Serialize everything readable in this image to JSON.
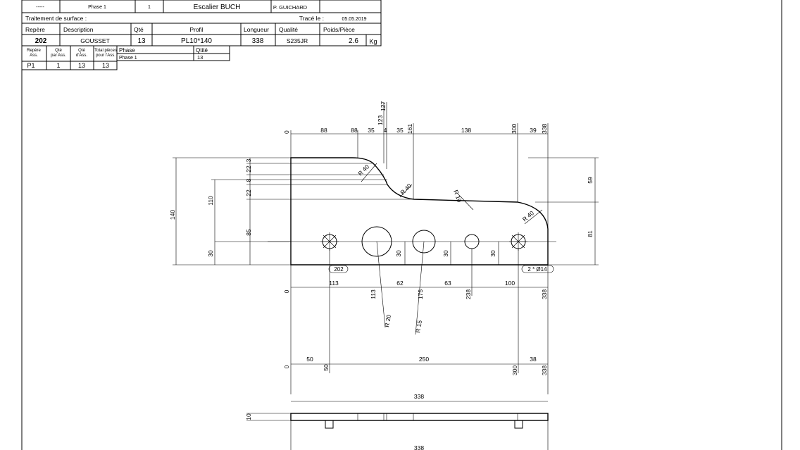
{
  "header": {
    "top_row": {
      "dash": "-----",
      "phase": "Phase 1",
      "number": "1",
      "project": "Escalier BUCH",
      "author": "P. GUICHARD"
    },
    "surface_label": "Traitement de surface :",
    "trace_label": "Tracé le :",
    "trace_date": "05.05.2019",
    "columns": {
      "repere": "Repère",
      "description": "Description",
      "qte": "Qté",
      "profil": "Profil",
      "longueur": "Longueur",
      "qualite": "Qualité",
      "poids": "Poids/Pièce"
    },
    "row": {
      "repere": "202",
      "description": "GOUSSET",
      "qte": "13",
      "profil": "PL10*140",
      "longueur": "338",
      "qualite": "S235JR",
      "poids": "2.6",
      "unit": "Kg"
    }
  },
  "assembly": {
    "h1": "Repère",
    "h1b": "Ass.",
    "h2": "Qté",
    "h2b": "par Ass.",
    "h3": "Qté",
    "h3b": "d'Ass.",
    "h4": "Total pièces",
    "h4b": "pour l'Ass.",
    "row": {
      "rep": "P1",
      "par": "1",
      "dass": "13",
      "total": "13"
    }
  },
  "phase_table": {
    "h_phase": "Phase",
    "h_qty": "Qtité",
    "phase": "Phase 1",
    "qty": "13"
  },
  "drawing": {
    "top_dims": [
      "0",
      "88",
      "88",
      "35",
      "4",
      "35",
      "161",
      "138",
      "300",
      "39",
      "338"
    ],
    "top_vert": [
      "123",
      "127"
    ],
    "left_dims": [
      "140",
      "110",
      "30",
      "85",
      "22",
      "8",
      "22",
      "3"
    ],
    "right_dims": [
      "59",
      "81"
    ],
    "hole_dims": [
      "30",
      "30",
      "30"
    ],
    "bottom_dims": [
      "0",
      "113",
      "62",
      "63",
      "100",
      "338"
    ],
    "bottom_vert": [
      "113",
      "175",
      "238"
    ],
    "radii": [
      "R 40",
      "R 40",
      "R 10",
      "R 40",
      "R 20",
      "R 15"
    ],
    "labels": {
      "part": "202",
      "holes": "2 * Ø14"
    },
    "overall": {
      "zero": "0",
      "a": "50",
      "b": "250",
      "c": "38",
      "v50": "50",
      "v300": "300",
      "v338": "338",
      "total": "338",
      "total2": "338"
    },
    "side": {
      "thickness": "10"
    }
  }
}
